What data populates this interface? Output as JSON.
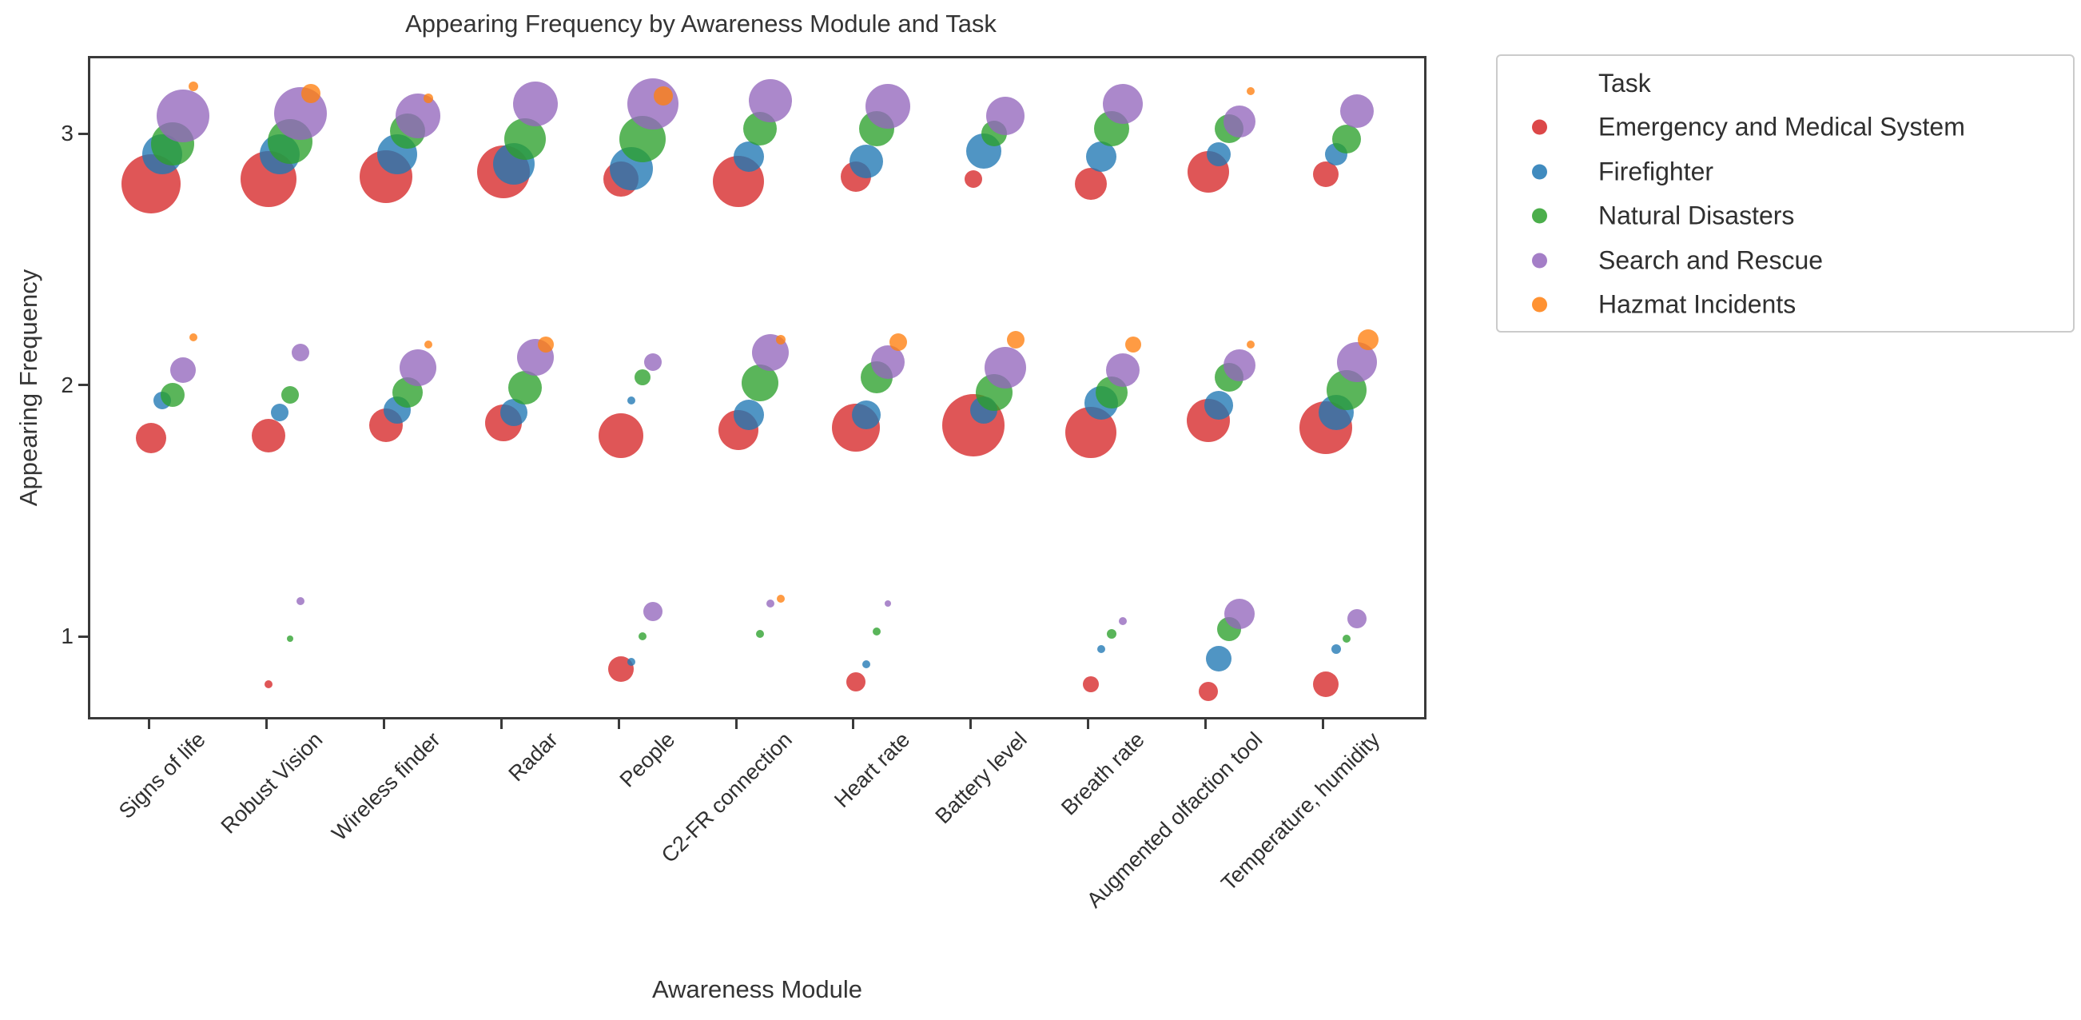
{
  "title": "Appearing Frequency by Awareness Module and Task",
  "axes": {
    "x_label": "Awareness Module",
    "y_label": "Appearing Frequency",
    "y_ticks": [
      "1",
      "2",
      "3"
    ]
  },
  "legend": {
    "title": "Task"
  },
  "colors": {
    "spine": "#3a3a3a",
    "emergency_red": "#d62728",
    "firefighter_blue": "#1f77b4",
    "natural_disasters_green": "#2ca02c",
    "search_rescue_purple": "#9467bd",
    "hazmat_orange": "#ff7f0e"
  },
  "chart_data": {
    "type": "scatter",
    "title": "Appearing Frequency by Awareness Module and Task",
    "xlabel": "Awareness Module",
    "ylabel": "Appearing Frequency",
    "grid": false,
    "legend_position": "upper right, outside axes",
    "categories": [
      "Signs of life",
      "Robust Vision",
      "Wireless finder",
      "Radar",
      "People",
      "C2-FR connection",
      "Heart rate",
      "Battery level",
      "Breath rate",
      "Augmented olfaction tool",
      "Temperature, humidity"
    ],
    "y_tick_values": [
      1,
      2,
      3
    ],
    "xlim": [
      -0.52,
      10.88
    ],
    "ylim": [
      0.67,
      3.31
    ],
    "task_x_offsets": [
      0,
      0.09,
      0.18,
      0.27,
      0.36
    ],
    "point_format": "[module_index, y_frequency, radius_px]",
    "tasks": [
      {
        "label": "Emergency and Medical System",
        "color": "#d62728",
        "points": [
          [
            0,
            2.81,
            37
          ],
          [
            1,
            2.83,
            35
          ],
          [
            2,
            2.84,
            33
          ],
          [
            3,
            2.86,
            33
          ],
          [
            4,
            2.83,
            22
          ],
          [
            5,
            2.82,
            32
          ],
          [
            6,
            2.84,
            19
          ],
          [
            7,
            2.83,
            11
          ],
          [
            8,
            2.81,
            20
          ],
          [
            9,
            2.86,
            26
          ],
          [
            10,
            2.85,
            16
          ],
          [
            0,
            1.8,
            19
          ],
          [
            1,
            1.81,
            21
          ],
          [
            2,
            1.85,
            21
          ],
          [
            3,
            1.86,
            23
          ],
          [
            4,
            1.81,
            28
          ],
          [
            5,
            1.83,
            25
          ],
          [
            6,
            1.84,
            30
          ],
          [
            7,
            1.85,
            39
          ],
          [
            8,
            1.82,
            32
          ],
          [
            9,
            1.87,
            27
          ],
          [
            10,
            1.84,
            33
          ],
          [
            1,
            0.82,
            5
          ],
          [
            4,
            0.88,
            16
          ],
          [
            6,
            0.83,
            12
          ],
          [
            8,
            0.82,
            10
          ],
          [
            9,
            0.79,
            12
          ],
          [
            10,
            0.82,
            16
          ]
        ]
      },
      {
        "label": "Firefighter",
        "color": "#1f77b4",
        "points": [
          [
            0,
            2.93,
            25
          ],
          [
            1,
            2.93,
            25
          ],
          [
            2,
            2.93,
            25
          ],
          [
            3,
            2.89,
            26
          ],
          [
            4,
            2.87,
            27
          ],
          [
            5,
            2.92,
            19
          ],
          [
            6,
            2.9,
            21
          ],
          [
            7,
            2.94,
            22
          ],
          [
            8,
            2.92,
            19
          ],
          [
            9,
            2.93,
            15
          ],
          [
            10,
            2.93,
            14
          ],
          [
            0,
            1.95,
            11
          ],
          [
            1,
            1.9,
            11
          ],
          [
            2,
            1.91,
            17
          ],
          [
            3,
            1.9,
            17
          ],
          [
            4,
            1.95,
            5
          ],
          [
            5,
            1.89,
            19
          ],
          [
            6,
            1.89,
            18
          ],
          [
            7,
            1.91,
            17
          ],
          [
            8,
            1.94,
            21
          ],
          [
            9,
            1.93,
            18
          ],
          [
            10,
            1.9,
            22
          ],
          [
            4,
            0.91,
            5
          ],
          [
            6,
            0.9,
            5
          ],
          [
            8,
            0.96,
            5
          ],
          [
            9,
            0.92,
            16
          ],
          [
            10,
            0.96,
            6
          ]
        ]
      },
      {
        "label": "Natural Disasters",
        "color": "#2ca02c",
        "points": [
          [
            0,
            2.97,
            27
          ],
          [
            1,
            2.98,
            28
          ],
          [
            2,
            3.02,
            22
          ],
          [
            3,
            2.99,
            26
          ],
          [
            4,
            2.99,
            29
          ],
          [
            5,
            3.03,
            21
          ],
          [
            6,
            3.03,
            22
          ],
          [
            7,
            3.01,
            16
          ],
          [
            8,
            3.03,
            22
          ],
          [
            9,
            3.03,
            18
          ],
          [
            10,
            2.99,
            18
          ],
          [
            0,
            1.97,
            15
          ],
          [
            1,
            1.97,
            11
          ],
          [
            2,
            1.98,
            19
          ],
          [
            3,
            2.0,
            21
          ],
          [
            4,
            2.04,
            10
          ],
          [
            5,
            2.02,
            23
          ],
          [
            6,
            2.04,
            20
          ],
          [
            7,
            1.98,
            23
          ],
          [
            8,
            1.98,
            20
          ],
          [
            9,
            2.04,
            18
          ],
          [
            10,
            1.99,
            25
          ],
          [
            1,
            1.0,
            4
          ],
          [
            4,
            1.01,
            5
          ],
          [
            5,
            1.02,
            5
          ],
          [
            6,
            1.03,
            5
          ],
          [
            8,
            1.02,
            6
          ],
          [
            9,
            1.04,
            15
          ],
          [
            10,
            1.0,
            5
          ]
        ]
      },
      {
        "label": "Search and Rescue",
        "color": "#9467bd",
        "points": [
          [
            0,
            3.08,
            33
          ],
          [
            1,
            3.09,
            33
          ],
          [
            2,
            3.08,
            28
          ],
          [
            3,
            3.13,
            28
          ],
          [
            4,
            3.13,
            32
          ],
          [
            5,
            3.14,
            27
          ],
          [
            6,
            3.12,
            28
          ],
          [
            7,
            3.08,
            24
          ],
          [
            8,
            3.13,
            25
          ],
          [
            9,
            3.06,
            20
          ],
          [
            10,
            3.1,
            21
          ],
          [
            0,
            2.07,
            16
          ],
          [
            1,
            2.14,
            11
          ],
          [
            2,
            2.08,
            23
          ],
          [
            3,
            2.12,
            23
          ],
          [
            4,
            2.1,
            11
          ],
          [
            5,
            2.14,
            23
          ],
          [
            6,
            2.1,
            21
          ],
          [
            7,
            2.08,
            26
          ],
          [
            8,
            2.07,
            21
          ],
          [
            9,
            2.09,
            20
          ],
          [
            10,
            2.1,
            25
          ],
          [
            1,
            1.15,
            5
          ],
          [
            4,
            1.11,
            12
          ],
          [
            5,
            1.14,
            5
          ],
          [
            6,
            1.14,
            4
          ],
          [
            8,
            1.07,
            5
          ],
          [
            9,
            1.1,
            19
          ],
          [
            10,
            1.08,
            12
          ]
        ]
      },
      {
        "label": "Hazmat Incidents",
        "color": "#ff7f0e",
        "points": [
          [
            0,
            3.2,
            6
          ],
          [
            1,
            3.17,
            12
          ],
          [
            2,
            3.15,
            6
          ],
          [
            4,
            3.16,
            12
          ],
          [
            9,
            3.18,
            5
          ],
          [
            0,
            2.2,
            5
          ],
          [
            2,
            2.17,
            5
          ],
          [
            3,
            2.17,
            10
          ],
          [
            5,
            2.19,
            6
          ],
          [
            6,
            2.18,
            11
          ],
          [
            7,
            2.19,
            11
          ],
          [
            8,
            2.17,
            10
          ],
          [
            9,
            2.17,
            5
          ],
          [
            10,
            2.19,
            13
          ],
          [
            5,
            1.16,
            5
          ]
        ]
      }
    ]
  }
}
